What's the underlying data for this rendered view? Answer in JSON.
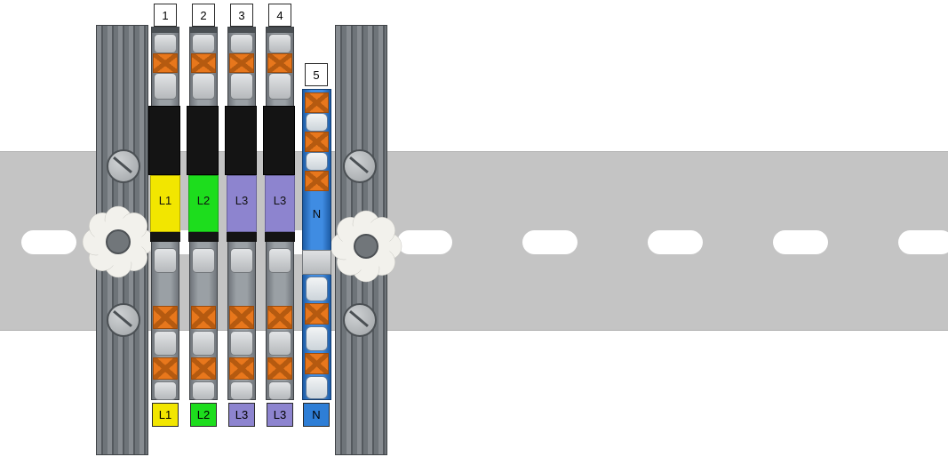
{
  "palette": {
    "rail_gray": "#c4c4c4",
    "slot_white": "#ffffff",
    "bracket_gray": "#70767b",
    "block_gray": "#8a8f94",
    "clamp_gray": "#c9ccce",
    "orange_lever": "#e8771c",
    "black_body": "#141414",
    "blue_block": "#2e7ed6",
    "yellow_marker": "#f2e600",
    "green_marker": "#1ddd1d",
    "violet_marker": "#8d84cf"
  },
  "blocks": [
    {
      "number": "1",
      "label": "L1",
      "bottom_label": "L1",
      "marker_color": "#f2e600"
    },
    {
      "number": "2",
      "label": "L2",
      "bottom_label": "L2",
      "marker_color": "#1ddd1d"
    },
    {
      "number": "3",
      "label": "L3",
      "bottom_label": "L3",
      "marker_color": "#8d84cf"
    },
    {
      "number": "4",
      "label": "L3",
      "bottom_label": "L3",
      "marker_color": "#8d84cf"
    },
    {
      "number": "5",
      "label": "N",
      "bottom_label": "N",
      "marker_color": "#2e7ed6"
    }
  ]
}
